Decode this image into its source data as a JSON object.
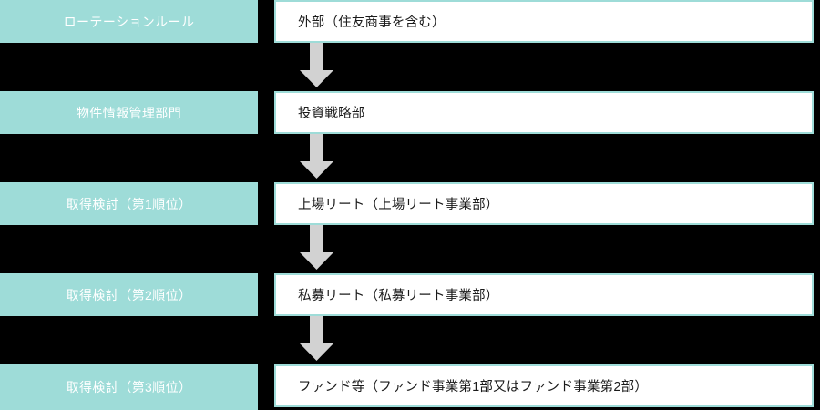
{
  "diagram": {
    "title": "ローテーションルール フロー図",
    "colors": {
      "label_background": "#9edcd8",
      "label_text": "#ffffff",
      "body_background": "#ffffff",
      "body_border": "#9edcd8",
      "body_text": "#1a1a1a",
      "page_background": "#000000",
      "arrow_fill": "#d2d2d2"
    },
    "arrow_icon_name": "arrow-down-icon",
    "rows": [
      {
        "label": "ローテーションルール",
        "body": "外部（住友商事を含む）"
      },
      {
        "label": "物件情報管理部門",
        "body": "投資戦略部"
      },
      {
        "label": "取得検討（第1順位）",
        "body": "上場リート（上場リート事業部）"
      },
      {
        "label": "取得検討（第2順位）",
        "body": "私募リート（私募リート事業部）"
      },
      {
        "label": "取得検討（第3順位）",
        "body": "ファンド等（ファンド事業第1部又はファンド事業第2部）"
      }
    ]
  }
}
